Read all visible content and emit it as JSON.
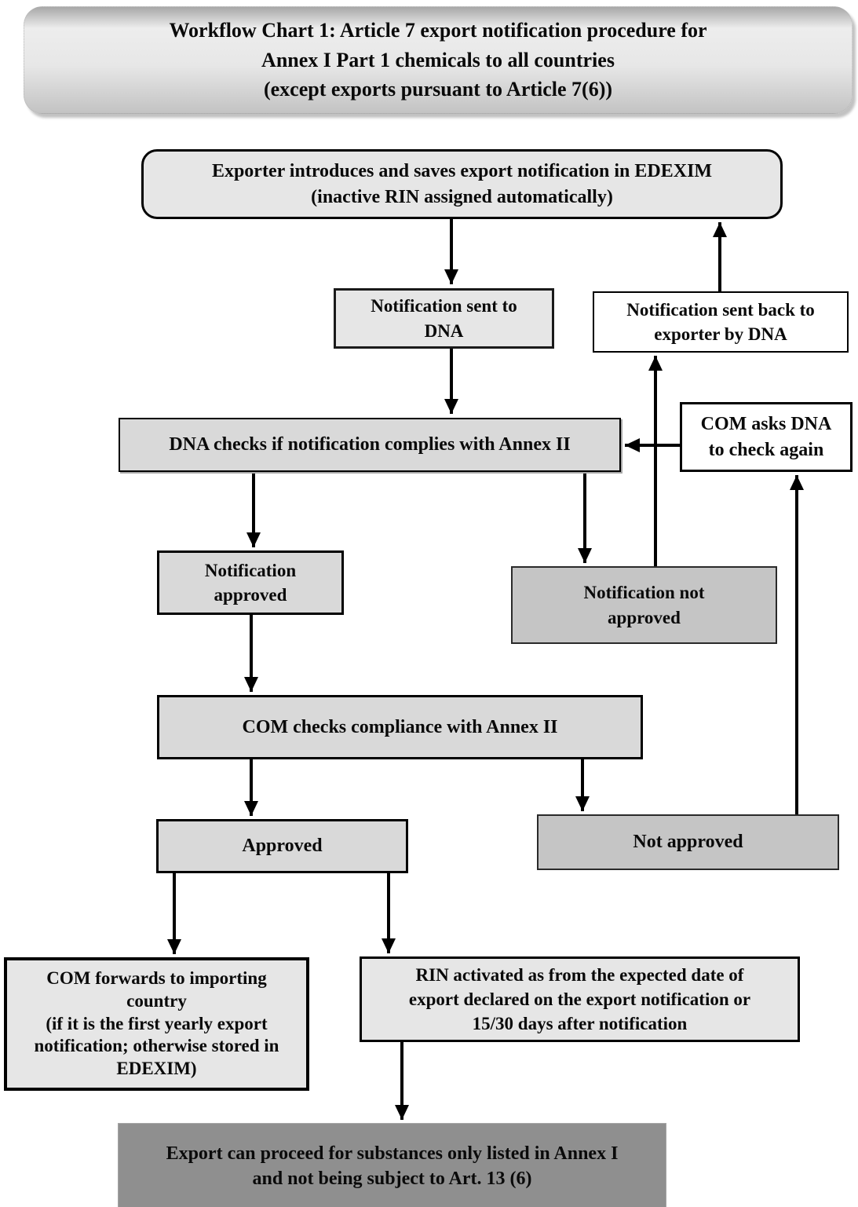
{
  "diagram": {
    "title": "Workflow Chart 1: Article 7 export notification procedure for\nAnnex I Part 1 chemicals to all countries\n(except exports pursuant to Article 7(6))",
    "nodes": {
      "exporter": {
        "label": "Exporter introduces and saves export notification in EDEXIM\n(inactive RIN assigned automatically)"
      },
      "sent_to_dna": {
        "label": "Notification sent to\nDNA"
      },
      "sent_back": {
        "label": "Notification sent back to\nexporter by DNA"
      },
      "dna_checks": {
        "label": "DNA checks if notification complies with Annex II"
      },
      "com_asks": {
        "label": "COM asks DNA\nto check again"
      },
      "notif_approved": {
        "label": "Notification\napproved"
      },
      "notif_not_approved": {
        "label": "Notification not\napproved"
      },
      "com_checks": {
        "label": "COM checks compliance with Annex II"
      },
      "approved": {
        "label": "Approved"
      },
      "not_approved": {
        "label": "Not approved"
      },
      "com_forwards": {
        "label": "COM forwards to importing\ncountry\n(if it is the first yearly export\nnotification; otherwise stored in\nEDEXIM)"
      },
      "rin_activated": {
        "label": "RIN activated as from the expected date of\nexport declared on the export notification or\n15/30 days after notification"
      },
      "export_proceed": {
        "label": "Export can proceed for substances only listed in Annex I\nand not being subject to Art. 13 (6)"
      }
    },
    "edges": [
      {
        "from": "exporter",
        "to": "sent_to_dna"
      },
      {
        "from": "sent_to_dna",
        "to": "dna_checks"
      },
      {
        "from": "sent_back",
        "to": "exporter"
      },
      {
        "from": "dna_checks",
        "to": "notif_approved"
      },
      {
        "from": "dna_checks",
        "to": "notif_not_approved"
      },
      {
        "from": "notif_not_approved",
        "to": "sent_back"
      },
      {
        "from": "com_asks",
        "to": "dna_checks"
      },
      {
        "from": "not_approved",
        "to": "com_asks"
      },
      {
        "from": "notif_approved",
        "to": "com_checks"
      },
      {
        "from": "com_checks",
        "to": "approved"
      },
      {
        "from": "com_checks",
        "to": "not_approved"
      },
      {
        "from": "approved",
        "to": "com_forwards"
      },
      {
        "from": "approved",
        "to": "rin_activated"
      },
      {
        "from": "rin_activated",
        "to": "export_proceed"
      }
    ],
    "colors": {
      "box_light": "#e6e6e6",
      "box_mid": "#d9d9d9",
      "box_negative": "#c5c5c5",
      "box_final": "#8f8f8f",
      "box_white": "#ffffff",
      "arrow": "#000000"
    }
  }
}
